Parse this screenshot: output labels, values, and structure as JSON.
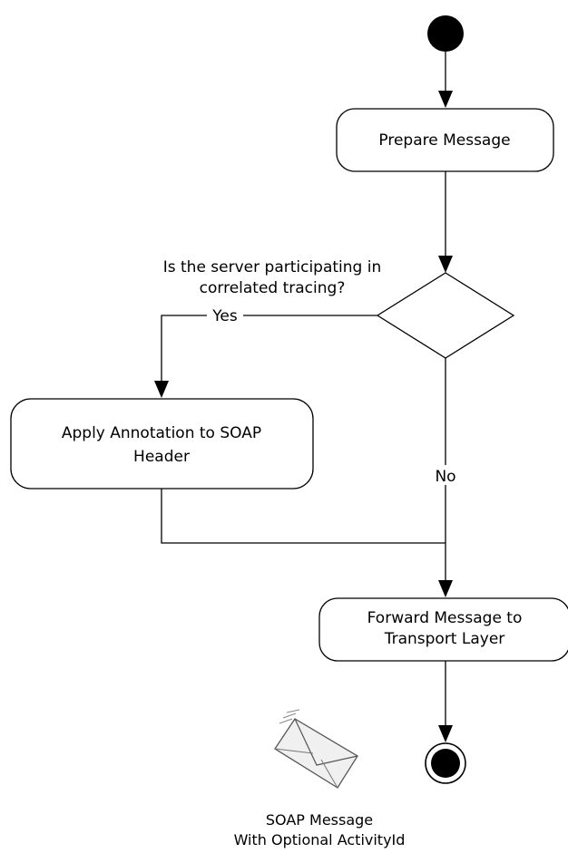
{
  "nodes": {
    "prepare": "Prepare Message",
    "decision_question": [
      "Is the server participating in",
      "correlated tracing?"
    ],
    "apply_annotation": [
      "Apply Annotation to SOAP",
      "Header"
    ],
    "forward": [
      "Forward Message to",
      "Transport Layer"
    ]
  },
  "guards": {
    "yes": "Yes",
    "no": "No"
  },
  "artifact": {
    "icon": "envelope-icon",
    "label": [
      "SOAP Message",
      "With Optional ActivityId"
    ]
  }
}
